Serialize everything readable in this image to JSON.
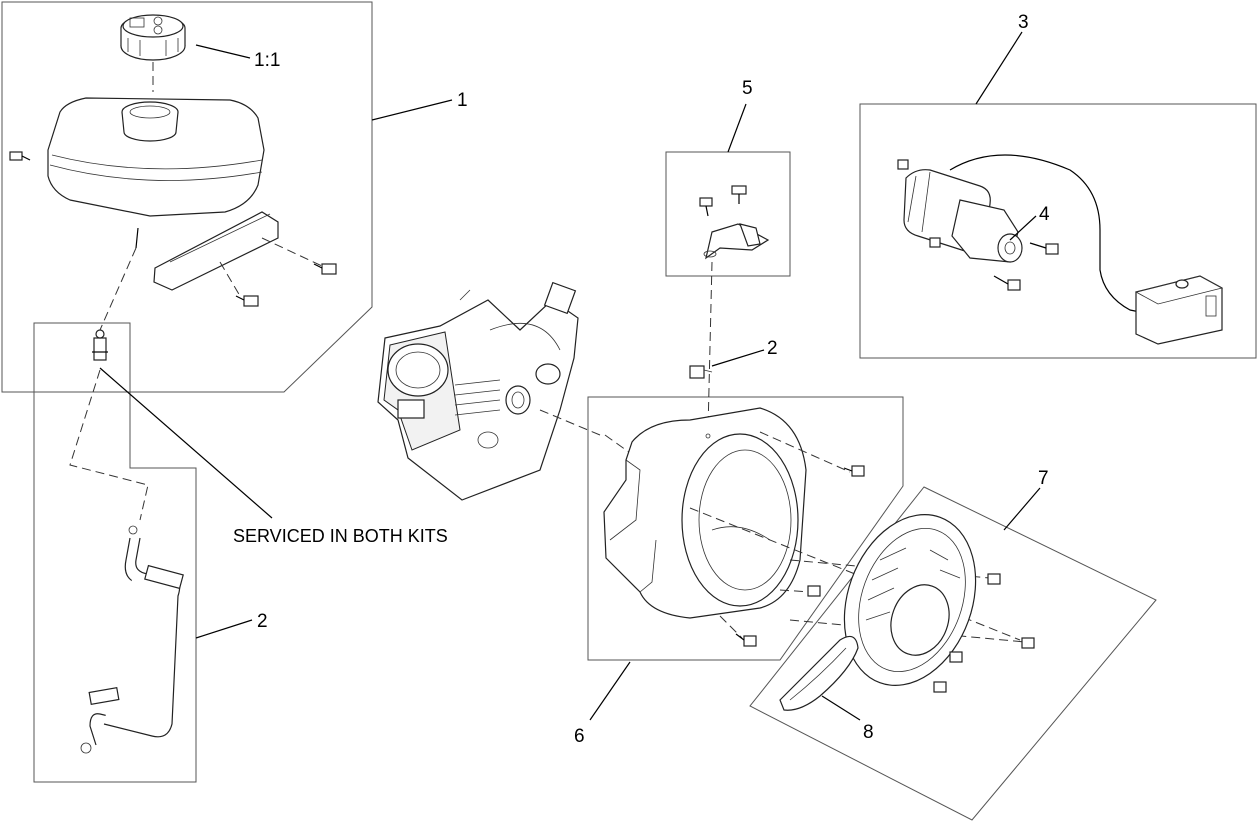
{
  "callouts": {
    "c1_1": "1:1",
    "c1": "1",
    "c2_top": "2",
    "c2_left": "2",
    "c3": "3",
    "c4": "4",
    "c5": "5",
    "c6": "6",
    "c7": "7",
    "c8": "8"
  },
  "note": "SERVICED IN BOTH KITS"
}
